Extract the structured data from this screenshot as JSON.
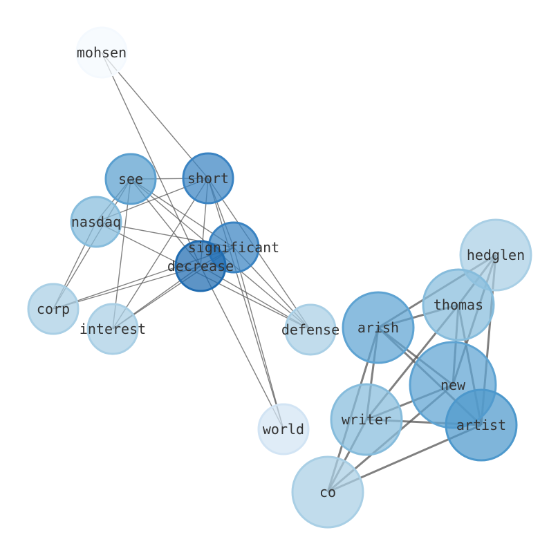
{
  "nodes": [
    {
      "id": "mohsen",
      "label": "mohsen",
      "color": "#f4f9fe",
      "size": "small"
    },
    {
      "id": "see",
      "label": "see",
      "color": "#5a9fcf",
      "size": "small"
    },
    {
      "id": "short",
      "label": "short",
      "color": "#3a83c2",
      "size": "small"
    },
    {
      "id": "nasdaq",
      "label": "nasdaq",
      "color": "#86bcdc",
      "size": "small"
    },
    {
      "id": "significant",
      "label": "significant",
      "color": "#3a83c2",
      "size": "small"
    },
    {
      "id": "decrease",
      "label": "decrease",
      "color": "#1f6bb0",
      "size": "small"
    },
    {
      "id": "corp",
      "label": "corp",
      "color": "#a9cfe5",
      "size": "small"
    },
    {
      "id": "interest",
      "label": "interest",
      "color": "#a9cfe5",
      "size": "small"
    },
    {
      "id": "defense",
      "label": "defense",
      "color": "#a9cfe5",
      "size": "small"
    },
    {
      "id": "world",
      "label": "world",
      "color": "#d2e4f4",
      "size": "small"
    },
    {
      "id": "hedglen",
      "label": "hedglen",
      "color": "#a9cfe5",
      "size": "large"
    },
    {
      "id": "thomas",
      "label": "thomas",
      "color": "#86bcdc",
      "size": "large"
    },
    {
      "id": "arish",
      "label": "arish",
      "color": "#5ea3d2",
      "size": "large"
    },
    {
      "id": "new",
      "label": "new",
      "color": "#5ea3d2",
      "size": "xlarge"
    },
    {
      "id": "writer",
      "label": "writer",
      "color": "#86bcdc",
      "size": "large"
    },
    {
      "id": "artist",
      "label": "artist",
      "color": "#4d98cc",
      "size": "large"
    },
    {
      "id": "co",
      "label": "co",
      "color": "#a9cfe5",
      "size": "large"
    }
  ],
  "edges": [
    [
      "mohsen",
      "short"
    ],
    [
      "mohsen",
      "decrease"
    ],
    [
      "see",
      "short"
    ],
    [
      "see",
      "nasdaq"
    ],
    [
      "see",
      "corp"
    ],
    [
      "see",
      "interest"
    ],
    [
      "see",
      "decrease"
    ],
    [
      "see",
      "significant"
    ],
    [
      "see",
      "defense"
    ],
    [
      "short",
      "nasdaq"
    ],
    [
      "short",
      "interest"
    ],
    [
      "short",
      "decrease"
    ],
    [
      "short",
      "significant"
    ],
    [
      "short",
      "defense"
    ],
    [
      "short",
      "world"
    ],
    [
      "nasdaq",
      "corp"
    ],
    [
      "nasdaq",
      "significant"
    ],
    [
      "nasdaq",
      "defense"
    ],
    [
      "decrease",
      "corp"
    ],
    [
      "decrease",
      "interest"
    ],
    [
      "decrease",
      "significant"
    ],
    [
      "decrease",
      "world"
    ],
    [
      "decrease",
      "defense"
    ],
    [
      "significant",
      "corp"
    ],
    [
      "significant",
      "interest"
    ],
    [
      "significant",
      "world"
    ],
    [
      "significant",
      "defense"
    ],
    [
      "hedglen",
      "arish"
    ],
    [
      "hedglen",
      "new"
    ],
    [
      "hedglen",
      "artist"
    ],
    [
      "hedglen",
      "thomas"
    ],
    [
      "thomas",
      "arish"
    ],
    [
      "thomas",
      "new"
    ],
    [
      "thomas",
      "artist"
    ],
    [
      "thomas",
      "writer"
    ],
    [
      "arish",
      "new"
    ],
    [
      "arish",
      "artist"
    ],
    [
      "arish",
      "writer"
    ],
    [
      "arish",
      "co"
    ],
    [
      "new",
      "writer"
    ],
    [
      "new",
      "co"
    ],
    [
      "artist",
      "writer"
    ],
    [
      "artist",
      "co"
    ],
    [
      "writer",
      "co"
    ]
  ]
}
